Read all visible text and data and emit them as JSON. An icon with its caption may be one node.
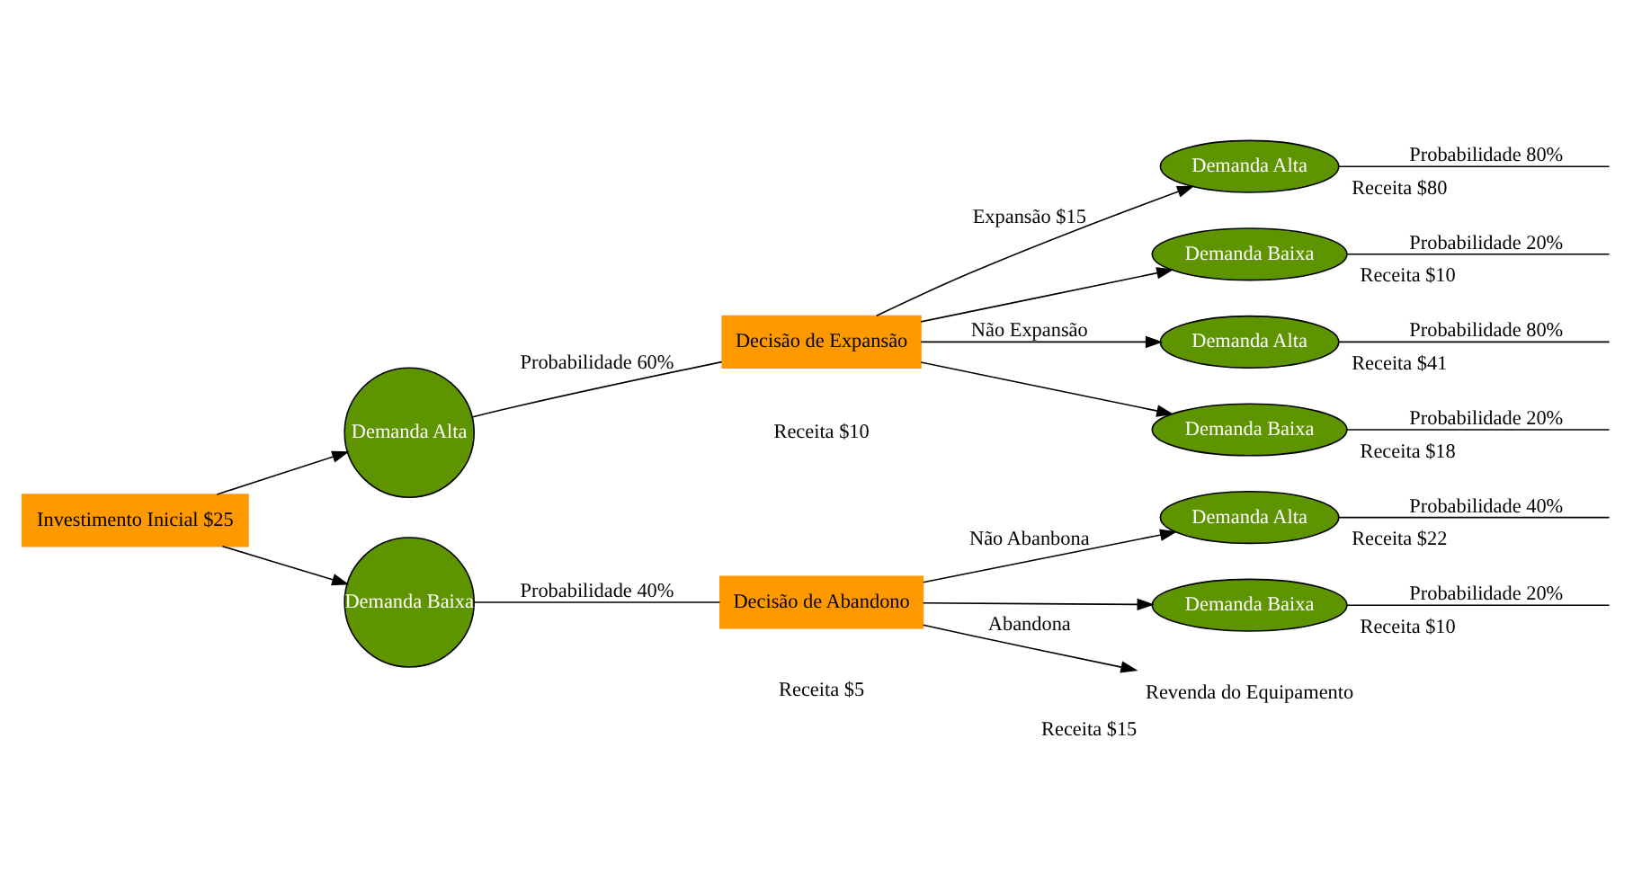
{
  "diagram": {
    "nodes": [
      {
        "text": [
          "Investimento Inicial $25"
        ]
      },
      {
        "text": [
          "Demanda Alta"
        ]
      },
      {
        "text": [
          "Demanda Baixa"
        ]
      },
      {
        "text": [
          "Decisão de Expansão"
        ]
      },
      {
        "text": [
          "Decisão de Abandono"
        ]
      },
      {
        "text": [
          "Demanda Alta"
        ],
        "beside": [
          "Receita $80"
        ]
      },
      {
        "text": [
          "Demanda Baixa"
        ],
        "beside": [
          "Receita $10"
        ]
      },
      {
        "text": [
          "Demanda Alta"
        ],
        "beside": [
          "Receita $41"
        ]
      },
      {
        "text": [
          "Demanda Baixa"
        ],
        "beside": [
          "Receita $18"
        ]
      },
      {
        "text": [
          "Demanda Alta"
        ],
        "beside": [
          "Receita $22"
        ]
      },
      {
        "text": [
          "Demanda Baixa"
        ],
        "beside": [
          "Receita $10"
        ]
      },
      {
        "text": [
          "Revenda do Equipamento"
        ],
        "beside": [
          "Receita $15"
        ]
      }
    ],
    "edges": [
      {
        "from": 0,
        "to": 1,
        "arrow": "to"
      },
      {
        "from": 0,
        "to": 2,
        "arrow": "to"
      },
      {
        "from": 1,
        "to": 3,
        "arrow": "none",
        "label": "Probabilidade 60%"
      },
      {
        "from": 2,
        "to": 4,
        "arrow": "none",
        "label": "Probabilidade 40%"
      },
      {
        "from": 3,
        "to": 5,
        "arrow": "to",
        "label": "Expansão $15"
      },
      {
        "from": 3,
        "to": 6,
        "arrow": "to"
      },
      {
        "from": 3,
        "to": 7,
        "arrow": "to",
        "label": "Não Expansão"
      },
      {
        "from": 3,
        "to": 8,
        "arrow": "to"
      },
      {
        "from": 4,
        "to": 9,
        "arrow": "to",
        "label": "Não Abanbona"
      },
      {
        "from": 4,
        "to": 10,
        "arrow": "to"
      },
      {
        "from": 4,
        "to": 11,
        "arrow": "to",
        "label": "Abandona"
      },
      {
        "from": 5,
        "to": null,
        "arrow": "none",
        "label": "Probabilidade 80%"
      },
      {
        "from": 6,
        "to": null,
        "arrow": "none",
        "label": "Probabilidade 20%"
      },
      {
        "from": 7,
        "to": null,
        "arrow": "none",
        "label": "Probabilidade 80%"
      },
      {
        "from": 8,
        "to": null,
        "arrow": "none",
        "label": "Probabilidade 20%"
      },
      {
        "from": 9,
        "to": null,
        "arrow": "none",
        "label": "Probabilidade 40%"
      },
      {
        "from": 10,
        "to": null,
        "arrow": "none",
        "label": "Probabilidade 20%"
      }
    ],
    "labels": [
      "Receita $10",
      "Receita $5"
    ]
  }
}
